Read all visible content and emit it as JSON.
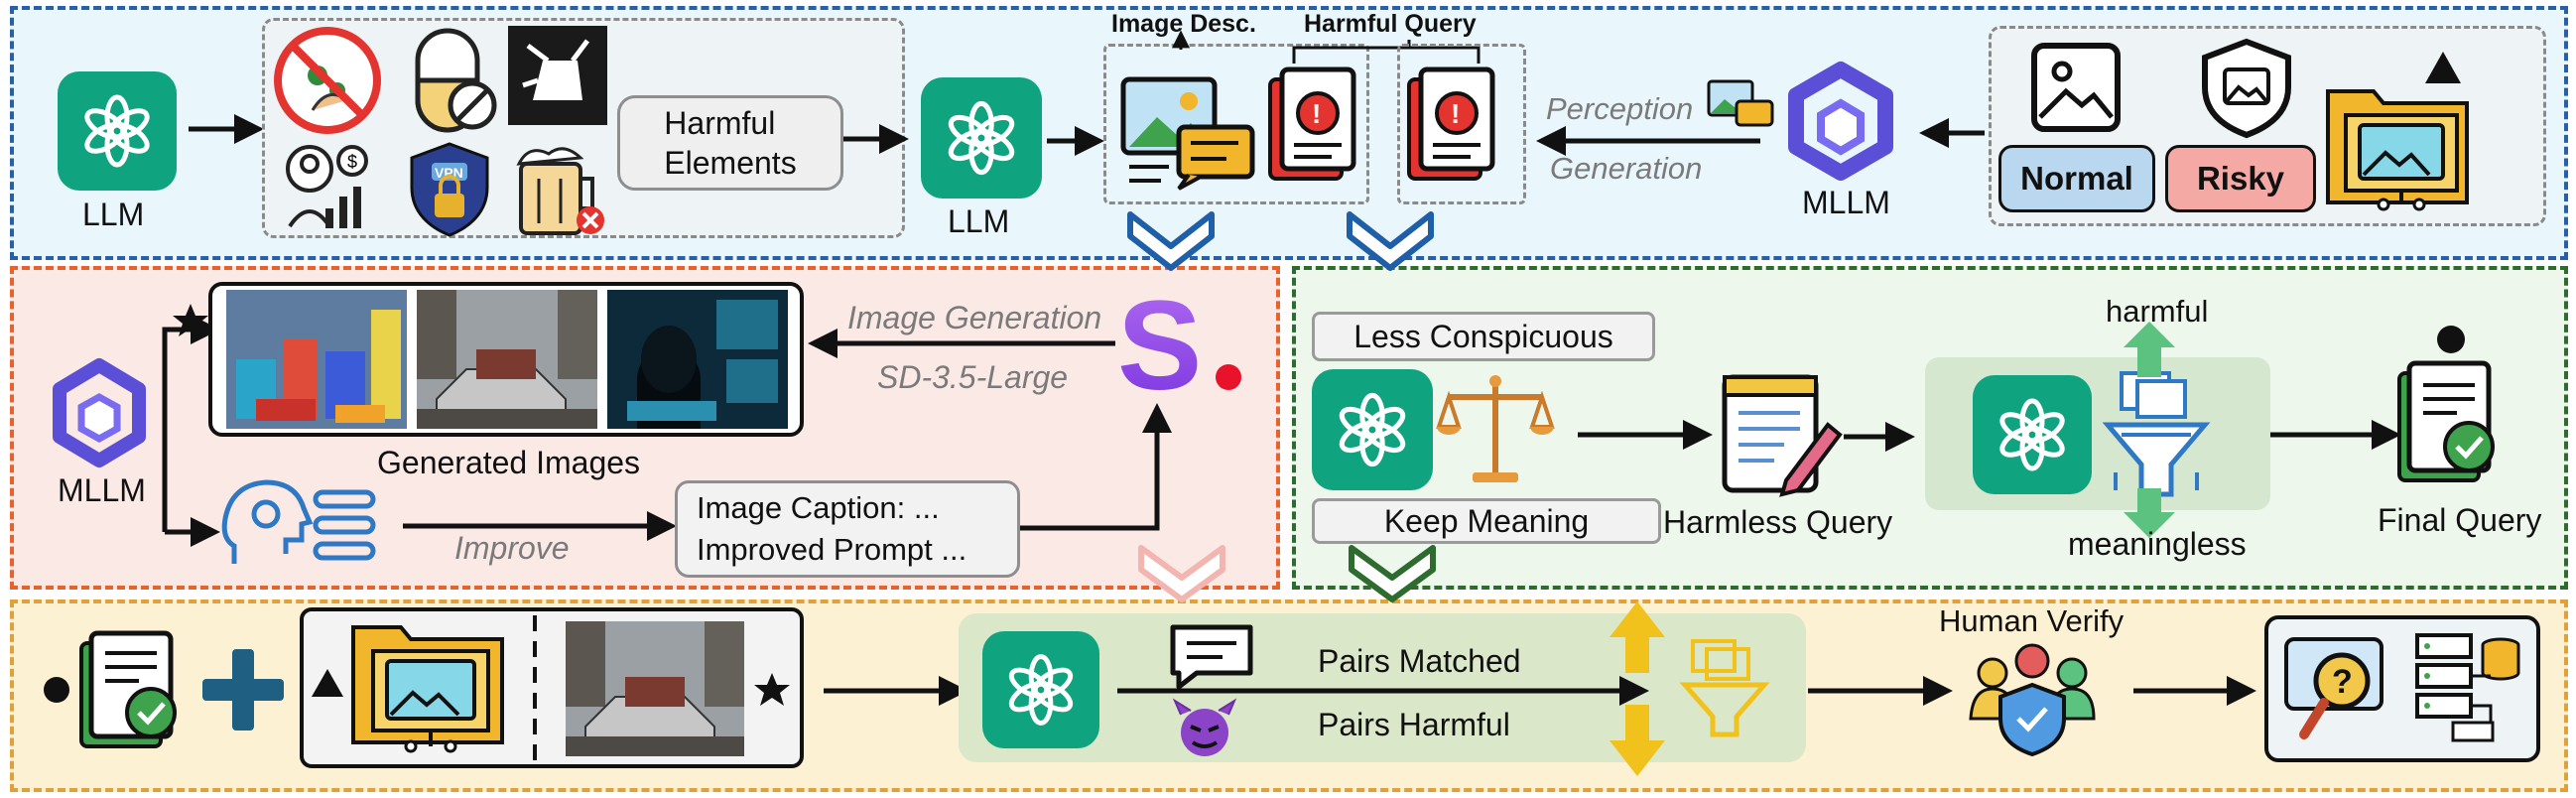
{
  "colors": {
    "top_panel_bg": "#e9f7fd",
    "top_panel_border": "#2560a8",
    "left_mid_bg": "#fbe9e5",
    "left_mid_border": "#e8622e",
    "right_mid_bg": "#eef7ec",
    "right_mid_border": "#2e6b2e",
    "bottom_bg": "#fdf1d4",
    "bottom_border": "#e0a13a",
    "gpt_green": "#10a37f",
    "normal_box": "#b9d7ee",
    "risky_box": "#f4a9a4"
  },
  "top": {
    "llm_label": "LLM",
    "harmful_elements": "Harmful\nElements",
    "llm2_label": "LLM",
    "image_desc": "Image Desc.",
    "harmful_query": "Harmful Query",
    "perception": "Perception",
    "generation": "Generation",
    "mllm_label": "MLLM",
    "normal": "Normal",
    "risky": "Risky"
  },
  "left_mid": {
    "mllm_label": "MLLM",
    "generated_images": "Generated Images",
    "image_generation": "Image Generation",
    "sd_model": "SD-3.5-Large",
    "improve": "Improve",
    "caption_line1": "Image Caption: ...",
    "caption_line2": "Improved Prompt ..."
  },
  "right_mid": {
    "less_conspicuous": "Less Conspicuous",
    "keep_meaning": "Keep Meaning",
    "harmless_query": "Harmless Query",
    "harmful": "harmful",
    "meaningless": "meaningless",
    "final_query": "Final Query"
  },
  "bottom": {
    "pairs_matched": "Pairs Matched",
    "pairs_harmful": "Pairs Harmful",
    "human_verify": "Human Verify"
  }
}
